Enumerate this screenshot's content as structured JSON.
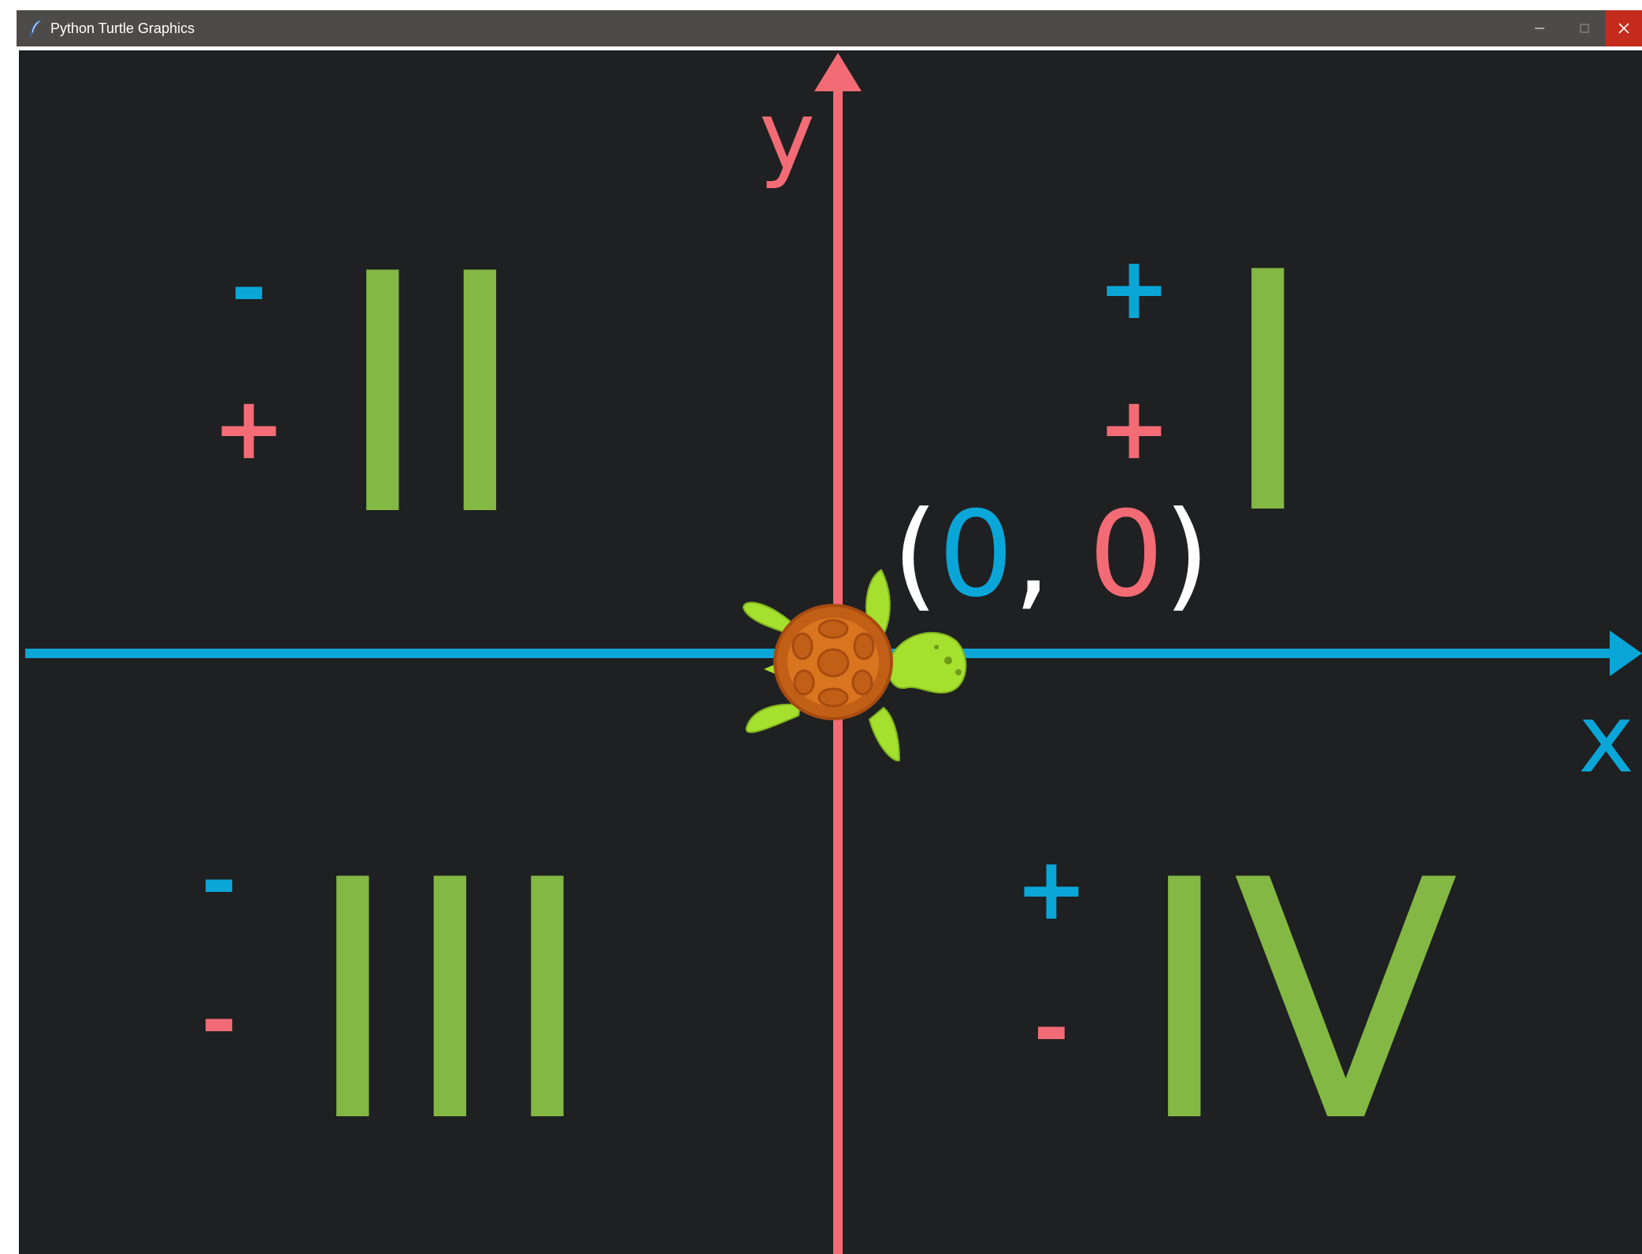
{
  "window": {
    "title": "Python Turtle Graphics",
    "controls": {
      "minimize": "minimize-icon",
      "maximize": "maximize-icon",
      "close": "close-icon"
    }
  },
  "colors": {
    "canvas_background": "#1f2022",
    "titlebar": "#4d4b49",
    "x_axis": "#0aa6d8",
    "y_axis": "#f26b75",
    "numeral": "#82b843",
    "origin_paren": "#ffffff",
    "close_button": "#c42b1c"
  },
  "axes": {
    "x_label": "x",
    "y_label": "y"
  },
  "origin": {
    "open": "(",
    "x": "0",
    "comma": ", ",
    "y": "0",
    "close": ")"
  },
  "quadrants": {
    "I": {
      "numeral": "I",
      "x_sign": "+",
      "y_sign": "+"
    },
    "II": {
      "numeral": "II",
      "x_sign": "-",
      "y_sign": "+"
    },
    "III": {
      "numeral": "III",
      "x_sign": "-",
      "y_sign": "-"
    },
    "IV": {
      "numeral": "IV",
      "x_sign": "+",
      "y_sign": "-"
    }
  },
  "turtle": {
    "icon": "turtle-icon"
  }
}
